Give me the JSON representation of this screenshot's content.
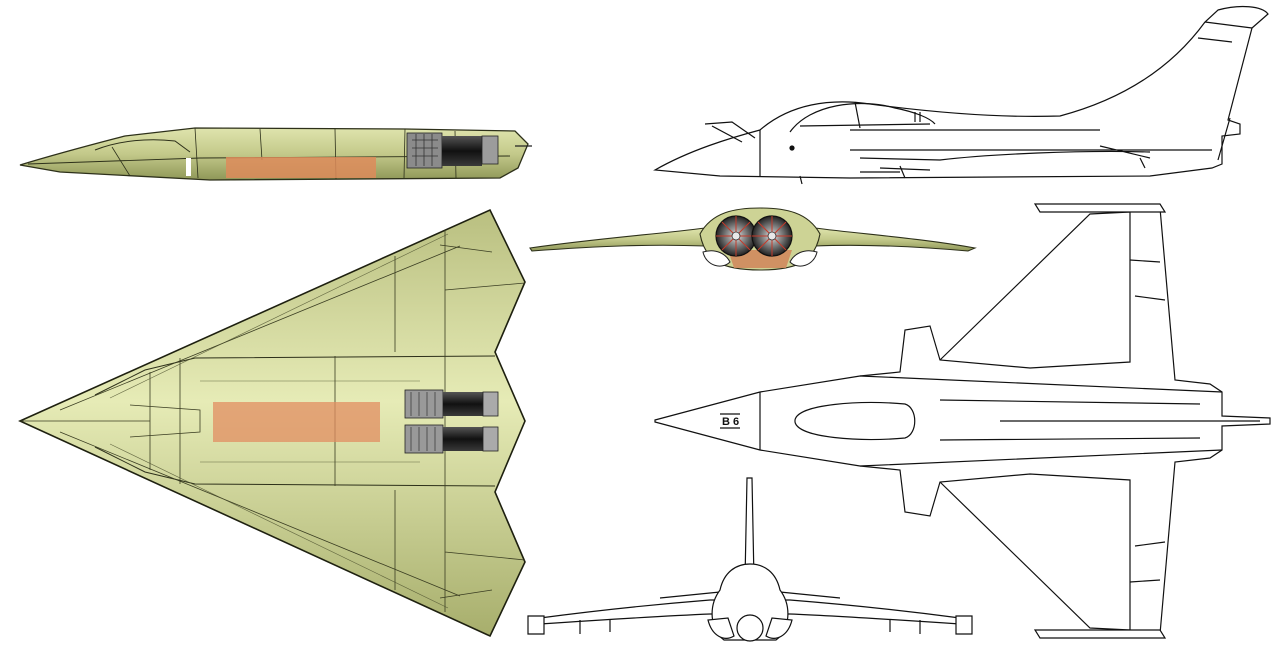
{
  "diagram": {
    "background": "#ffffff",
    "colors": {
      "skin_fill": "#c4c98c",
      "skin_highlight": "#e4e9b3",
      "skin_shadow": "#9aa262",
      "panel_line": "#3a3d22",
      "bay_fill": "#d98a5c",
      "engine_dark": "#2b2b2b",
      "engine_metal": "#9a9a9a",
      "line_art_stroke": "#111111"
    },
    "views": [
      {
        "id": "stealth-side",
        "icon": "stealth-uav-side-view"
      },
      {
        "id": "stealth-top",
        "icon": "stealth-uav-planform-view"
      },
      {
        "id": "stealth-front",
        "icon": "stealth-uav-front-view"
      },
      {
        "id": "rafale-side",
        "icon": "rafale-side-view"
      },
      {
        "id": "rafale-top",
        "icon": "rafale-planform-view"
      },
      {
        "id": "rafale-front",
        "icon": "rafale-front-view"
      }
    ],
    "markings": {
      "rafale_nose_code": "B 6"
    }
  }
}
